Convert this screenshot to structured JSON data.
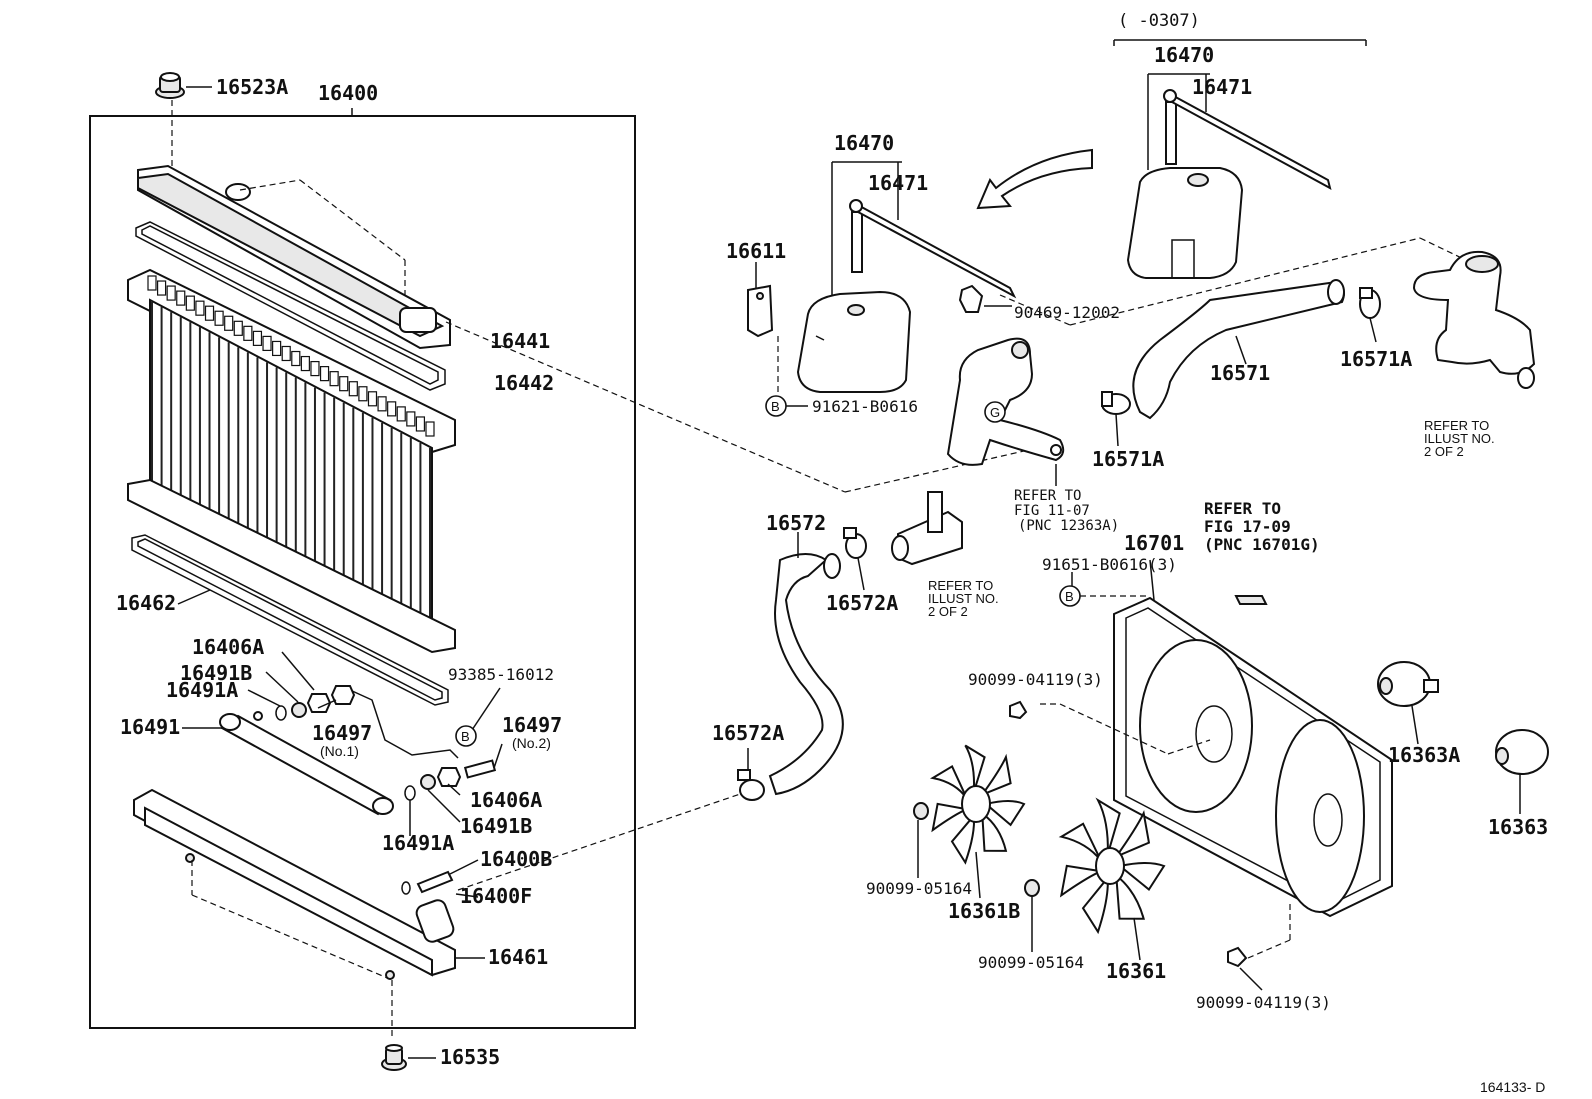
{
  "diagram": {
    "serial_note": "(      -0307)",
    "figure_code": "164133- D",
    "labels": {
      "l16523A": "16523A",
      "l16400": "16400",
      "l16441": "16441",
      "l16442": "16442",
      "l16462": "16462",
      "l16406A_top": "16406A",
      "l16491B_top": "16491B",
      "l16491A_top": "16491A",
      "l16491": "16491",
      "l16497a": "16497",
      "l16497a_sub": "(No.1)",
      "l93385": "93385-16012",
      "l16497b": "16497",
      "l16497b_sub": "(No.2)",
      "l16406A_bot": "16406A",
      "l16491B_bot": "16491B",
      "l16491A_bot": "16491A",
      "l16400B": "16400B",
      "l16400F": "16400F",
      "l16461": "16461",
      "l16535": "16535",
      "l16470_top": "16470",
      "l16471_top": "16471",
      "l16470_mid": "16470",
      "l16471_mid": "16471",
      "l16611": "16611",
      "l90469": "90469-12002",
      "l91621": "91621-B0616",
      "l16571": "16571",
      "l16571A_right": "16571A",
      "l16571A_left": "16571A",
      "l16572": "16572",
      "l16572A_top": "16572A",
      "l16572A_bot": "16572A",
      "l16701": "16701",
      "l91651": "91651-B0616(3)",
      "l90099_04119_top": "90099-04119(3)",
      "l90099_05164_left": "90099-05164",
      "l16361B": "16361B",
      "l90099_05164_mid": "90099-05164",
      "l16361": "16361",
      "l90099_04119_bot": "90099-04119(3)",
      "l16363A": "16363A",
      "l16363": "16363"
    },
    "callouts": {
      "b1": "B",
      "b2": "B",
      "b3": "B",
      "g": "G"
    },
    "refer_illust_right": [
      "REFER  TO",
      "ILLUST  NO.",
      "2 OF 2"
    ],
    "refer_illust_mid": [
      "REFER  TO",
      "ILLUST  NO.",
      "2 OF 2"
    ],
    "refer_fig_11": [
      "REFER TO",
      "FIG 11-07",
      "(PNC 12363A)"
    ],
    "refer_fig_17": [
      "REFER TO",
      "FIG 17-09",
      "(PNC 16701G)"
    ]
  }
}
